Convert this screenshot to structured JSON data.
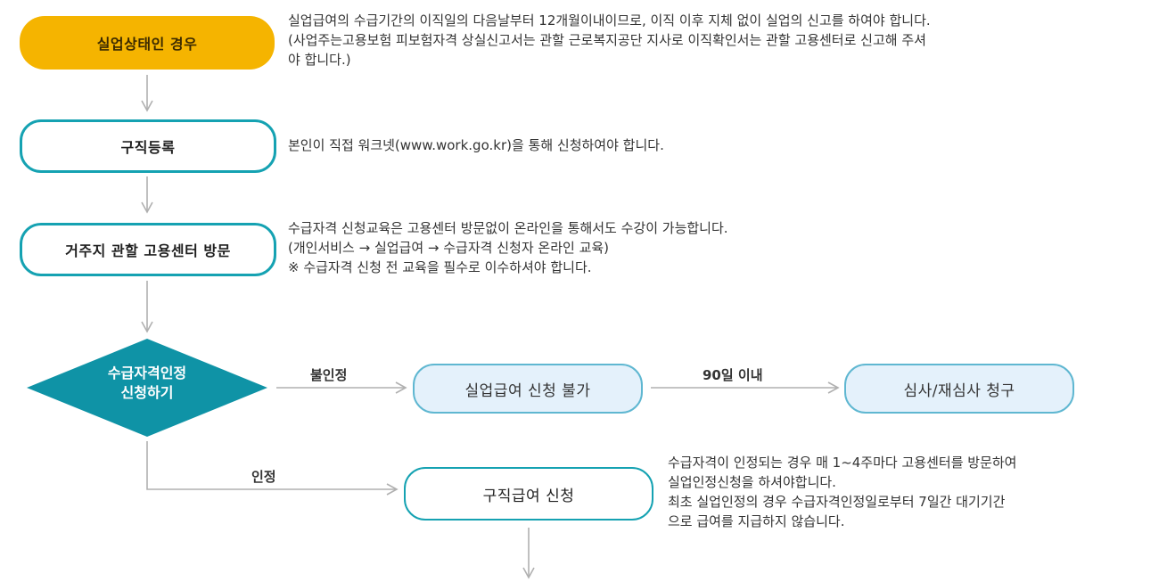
{
  "nodes": {
    "unemployed": "실업상태인 경우",
    "job_registration": "구직등록",
    "visit_center": "거주지 관할 고용센터 방문",
    "eligibility_line1": "수급자격인정",
    "eligibility_line2": "신청하기",
    "not_eligible": "실업급여 신청 불가",
    "review": "심사/재심사 청구",
    "job_benefit": "구직급여 신청"
  },
  "edges": {
    "rejected": "불인정",
    "within_90": "90일 이내",
    "approved": "인정"
  },
  "descriptions": {
    "unemployed": [
      "실업급여의 수급기간의 이직일의 다음날부터 12개월이내이므로, 이직 이후 지체 없이 실업의 신고를 하여야 합니다.",
      "(사업주는고용보험 피보험자격 상실신고서는 관할 근로복지공단 지사로 이직확인서는 관할 고용센터로 신고해 주셔",
      "야 합니다.)"
    ],
    "job_registration": [
      "본인이 직접 워크넷(www.work.go.kr)을 통해 신청하여야 합니다."
    ],
    "visit_center": [
      "수급자격 신청교육은 고용센터 방문없이 온라인을 통해서도 수강이 가능합니다.",
      "(개인서비스 → 실업급여 → 수급자격 신청자 온라인 교육)",
      "※ 수급자격 신청 전 교육을 필수로 이수하셔야 합니다."
    ],
    "job_benefit": [
      "수급자격이 인정되는 경우 매 1~4주마다 고용센터를 방문하여",
      "실업인정신청을 하셔야합니다.",
      "최초 실업인정의 경우 수급자격인정일로부터 7일간 대기기간",
      "으로 급여를 지급하지 않습니다."
    ]
  },
  "colors": {
    "start_fill": "#f5b400",
    "accent_teal": "#15a2b2",
    "diamond_fill": "#0f93a6",
    "soft_fill": "#e4f1fb",
    "arrow": "#b0b0b0"
  }
}
